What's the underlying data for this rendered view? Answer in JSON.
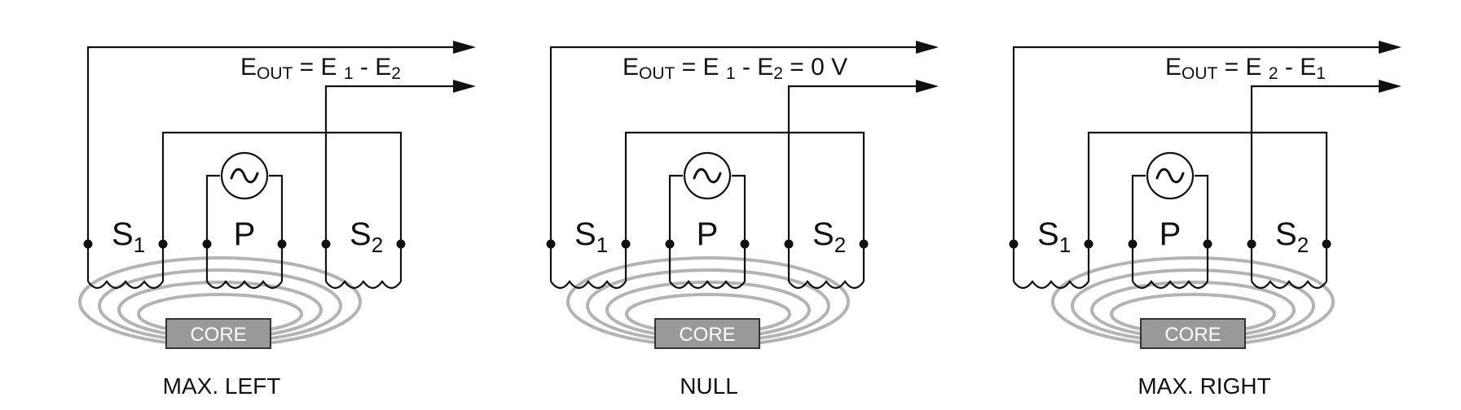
{
  "core_label": "CORE",
  "coils": {
    "s1": {
      "letter": "S",
      "sub": "1"
    },
    "p": {
      "letter": "P"
    },
    "s2": {
      "letter": "S",
      "sub": "2"
    }
  },
  "panels": [
    {
      "caption": "MAX. LEFT",
      "eq": {
        "e": "E",
        "out": "OUT",
        "mid": " = E ",
        "a": "1",
        "minus": " - E",
        "b": "2",
        "tail": ""
      },
      "colors": {
        "flux": "#b3b3b3",
        "core": "#999999"
      }
    },
    {
      "caption": "NULL",
      "eq": {
        "e": "E",
        "out": "OUT",
        "mid": " = E ",
        "a": "1",
        "minus": " - E",
        "b": "2",
        "tail": " = 0 V"
      },
      "colors": {
        "flux": "#b3b3b3",
        "core": "#999999"
      }
    },
    {
      "caption": "MAX. RIGHT",
      "eq": {
        "e": "E",
        "out": "OUT",
        "mid": " = E ",
        "a": "2",
        "minus": " - E",
        "b": "1",
        "tail": ""
      },
      "colors": {
        "flux": "#b3b3b3",
        "core": "#999999"
      }
    }
  ]
}
